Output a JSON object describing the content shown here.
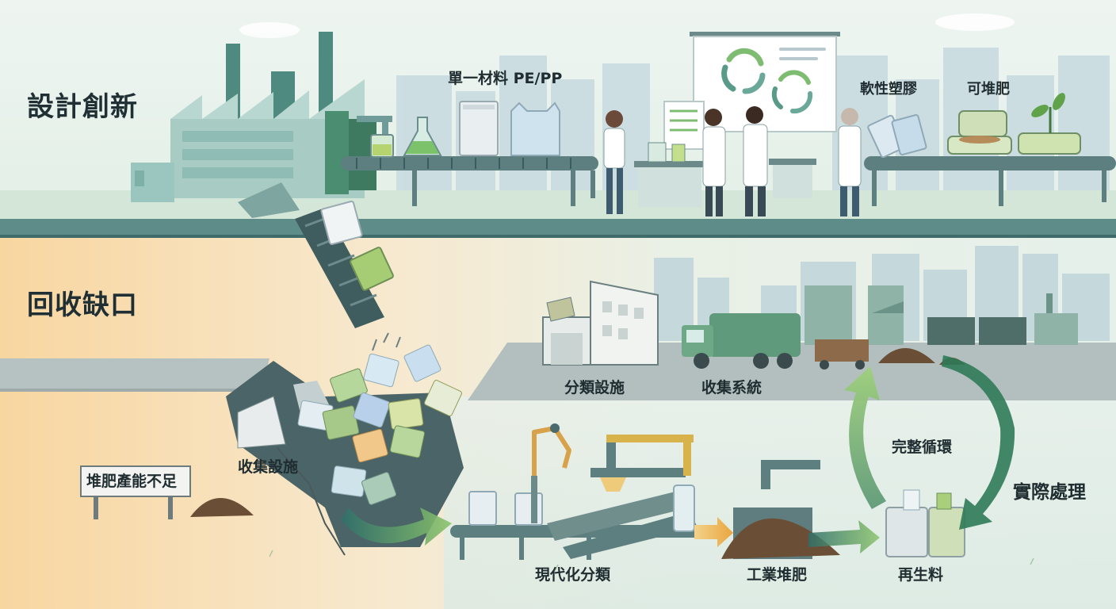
{
  "sections": {
    "design_innovation": "設計創新",
    "recycling_gap": "回收缺口"
  },
  "labels": {
    "mono_material": "單一材料 PE/PP",
    "flexible_plastic": "軟性塑膠",
    "compostable": "可堆肥",
    "sorting_facility": "分類設施",
    "collection_system": "收集系統",
    "collection_facility": "收集設施",
    "composting_shortage": "堆肥產能不足",
    "modern_sorting": "現代化分類",
    "industrial_composting": "工業堆肥",
    "recycled_material": "再生料",
    "full_cycle": "完整循環",
    "actual_processing": "實際處理"
  },
  "colors": {
    "teal_dark": "#3f6b6b",
    "teal": "#5f8f89",
    "green_accent": "#6fae5a",
    "gap_orange": "#f6d9a8",
    "sky": "#eaf3ef"
  },
  "icons": [
    "factory-icon",
    "recycle-icon",
    "truck-icon",
    "conveyor-icon",
    "robot-arm-icon",
    "plant-icon",
    "compost-pile-icon"
  ]
}
